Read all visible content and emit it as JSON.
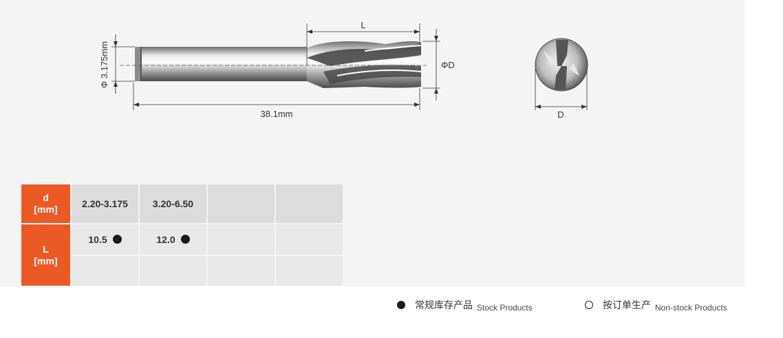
{
  "drawing": {
    "length_label": "L",
    "diameter_label": "ΦD",
    "shank_label": "Φ 3.175mm",
    "overall_label": "38.1mm",
    "end_view_label": "D"
  },
  "table": {
    "row1_header": [
      "d",
      "[mm]"
    ],
    "row2_header": [
      "L",
      "[mm]"
    ],
    "d_ranges": [
      "2.20-3.175",
      "3.20-6.50",
      "",
      ""
    ],
    "l_values": [
      "10.5",
      "12.0",
      "",
      ""
    ],
    "l_stock": [
      true,
      true,
      false,
      false
    ]
  },
  "legend": {
    "stock_cn": "常规库存产品",
    "stock_en": "Stock Products",
    "nonstock_cn": "按订单生产",
    "nonstock_en": "Non-stock Products"
  },
  "colors": {
    "accent": "#eb5a24",
    "panel": "#f4f4f4"
  }
}
